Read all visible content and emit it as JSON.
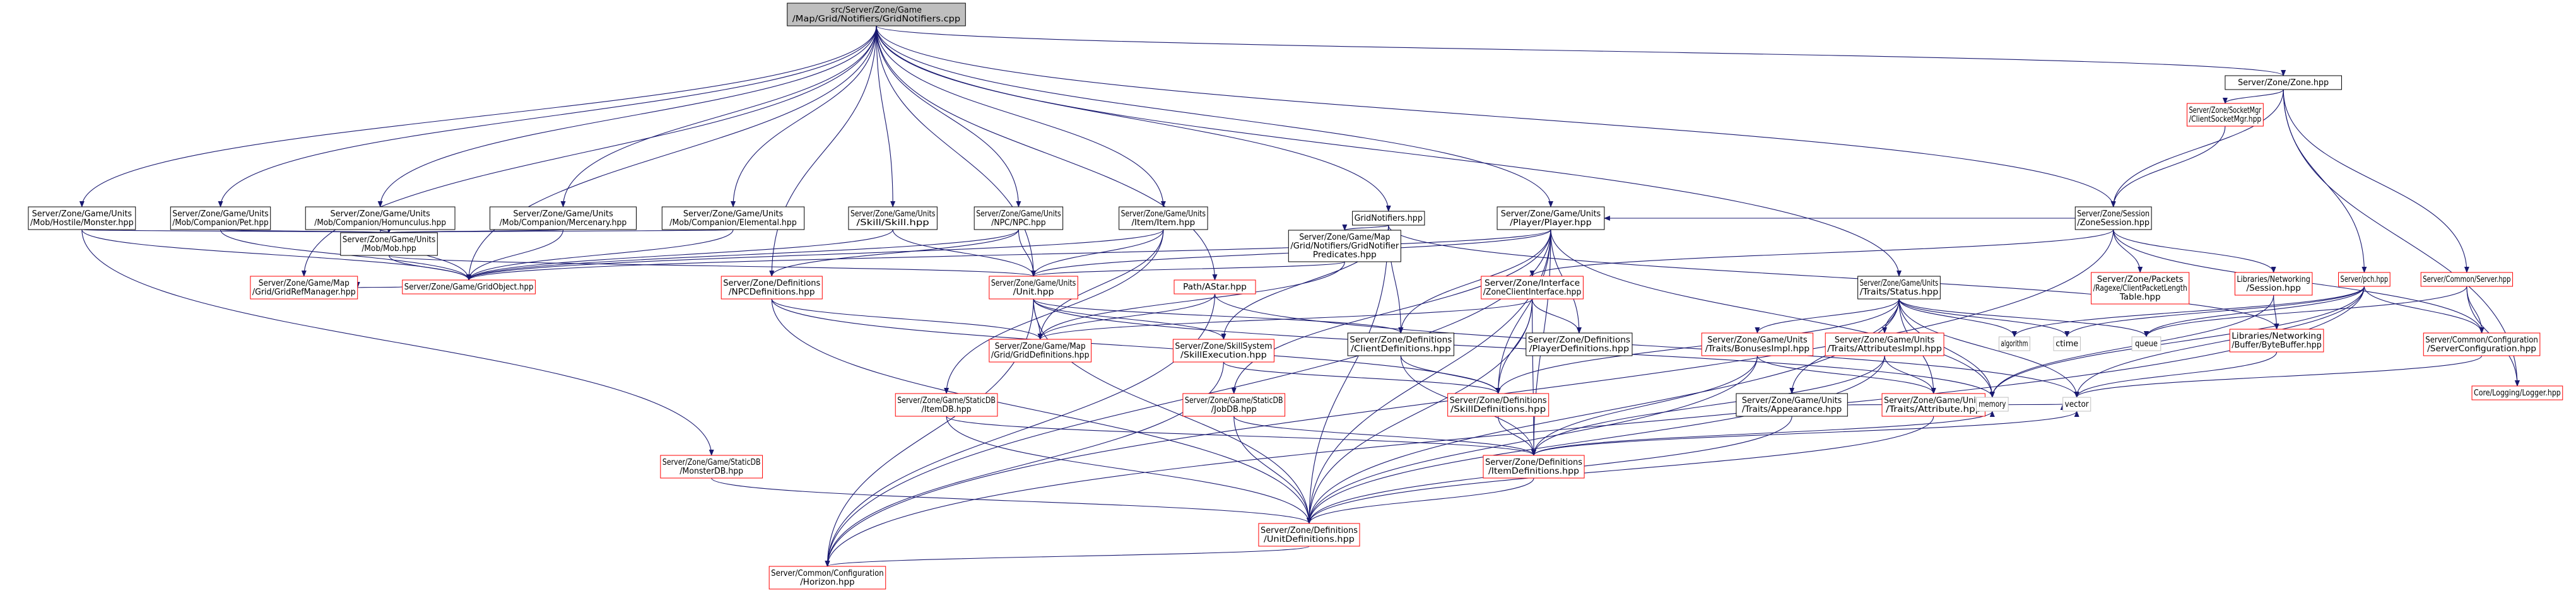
{
  "nodes": [
    {
      "id": "root",
      "kind": "root",
      "lines": [
        "src/Server/Zone/Game",
        "/Map/Grid/Notifiers/GridNotifiers.cpp"
      ]
    },
    {
      "id": "zone",
      "kind": "normal",
      "lines": [
        "Server/Zone/Zone.hpp"
      ]
    },
    {
      "id": "socketmgr",
      "kind": "red",
      "lines": [
        "Server/Zone/SocketMgr",
        "/ClientSocketMgr.hpp"
      ]
    },
    {
      "id": "session",
      "kind": "normal",
      "lines": [
        "Server/Zone/Session",
        "/ZoneSession.hpp"
      ]
    },
    {
      "id": "gridnotifiers",
      "kind": "normal",
      "lines": [
        "GridNotifiers.hpp"
      ]
    },
    {
      "id": "monster",
      "kind": "normal",
      "lines": [
        "Server/Zone/Game/Units",
        "/Mob/Hostile/Monster.hpp"
      ]
    },
    {
      "id": "pet",
      "kind": "normal",
      "lines": [
        "Server/Zone/Game/Units",
        "/Mob/Companion/Pet.hpp"
      ]
    },
    {
      "id": "homunculus",
      "kind": "normal",
      "lines": [
        "Server/Zone/Game/Units",
        "/Mob/Companion/Homunculus.hpp"
      ]
    },
    {
      "id": "mercenary",
      "kind": "normal",
      "lines": [
        "Server/Zone/Game/Units",
        "/Mob/Companion/Mercenary.hpp"
      ]
    },
    {
      "id": "elemental",
      "kind": "normal",
      "lines": [
        "Server/Zone/Game/Units",
        "/Mob/Companion/Elemental.hpp"
      ]
    },
    {
      "id": "mob",
      "kind": "normal",
      "lines": [
        "Server/Zone/Game/Units",
        "/Mob/Mob.hpp"
      ]
    },
    {
      "id": "skill",
      "kind": "normal",
      "lines": [
        "Server/Zone/Game/Units",
        "/Skill/Skill.hpp"
      ]
    },
    {
      "id": "npc",
      "kind": "normal",
      "lines": [
        "Server/Zone/Game/Units",
        "/NPC/NPC.hpp"
      ]
    },
    {
      "id": "item",
      "kind": "normal",
      "lines": [
        "Server/Zone/Game/Units",
        "/Item/Item.hpp"
      ]
    },
    {
      "id": "predicates",
      "kind": "normal",
      "lines": [
        "Server/Zone/Game/Map",
        "/Grid/Notifiers/GridNotifier",
        "Predicates.hpp"
      ]
    },
    {
      "id": "player",
      "kind": "normal",
      "lines": [
        "Server/Zone/Game/Units",
        "/Player/Player.hpp"
      ]
    },
    {
      "id": "pathastar",
      "kind": "red",
      "lines": [
        "Path/AStar.hpp"
      ]
    },
    {
      "id": "gridobject",
      "kind": "red",
      "lines": [
        "Server/Zone/Game/GridObject.hpp"
      ]
    },
    {
      "id": "npcdefs",
      "kind": "red",
      "lines": [
        "Server/Zone/Definitions",
        "/NPCDefinitions.hpp"
      ]
    },
    {
      "id": "unit",
      "kind": "red",
      "lines": [
        "Server/Zone/Game/Units",
        "/Unit.hpp"
      ]
    },
    {
      "id": "griddefs",
      "kind": "red",
      "lines": [
        "Server/Zone/Game/Map",
        "/Grid/GridDefinitions.hpp"
      ]
    },
    {
      "id": "skillexec",
      "kind": "red",
      "lines": [
        "Server/Zone/SkillSystem",
        "/SkillExecution.hpp"
      ]
    },
    {
      "id": "clientiface",
      "kind": "red",
      "lines": [
        "Server/Zone/Interface",
        "/ZoneClientInterface.hpp"
      ]
    },
    {
      "id": "clientdefs",
      "kind": "normal",
      "lines": [
        "Server/Zone/Definitions",
        "/ClientDefinitions.hpp"
      ]
    },
    {
      "id": "playerdefs",
      "kind": "normal",
      "lines": [
        "Server/Zone/Definitions",
        "/PlayerDefinitions.hpp"
      ]
    },
    {
      "id": "skilldefs",
      "kind": "red",
      "lines": [
        "Server/Zone/Definitions",
        "/SkillDefinitions.hpp"
      ]
    },
    {
      "id": "itemdb",
      "kind": "red",
      "lines": [
        "Server/Zone/Game/StaticDB",
        "/ItemDB.hpp"
      ]
    },
    {
      "id": "jobdb",
      "kind": "red",
      "lines": [
        "Server/Zone/Game/StaticDB",
        "/JobDB.hpp"
      ]
    },
    {
      "id": "gridrefmgr",
      "kind": "red",
      "lines": [
        "Server/Zone/Game/Map",
        "/Grid/GridRefManager.hpp"
      ]
    },
    {
      "id": "monsterdb",
      "kind": "red",
      "lines": [
        "Server/Zone/Game/StaticDB",
        "/MonsterDB.hpp"
      ]
    },
    {
      "id": "itemdefs",
      "kind": "red",
      "lines": [
        "Server/Zone/Definitions",
        "/ItemDefinitions.hpp"
      ]
    },
    {
      "id": "unitdefs",
      "kind": "red",
      "lines": [
        "Server/Zone/Definitions",
        "/UnitDefinitions.hpp"
      ]
    },
    {
      "id": "horizon",
      "kind": "red",
      "lines": [
        "Server/Common/Configuration",
        "/Horizon.hpp"
      ]
    },
    {
      "id": "status",
      "kind": "normal",
      "lines": [
        "Server/Zone/Game/Units",
        "/Traits/Status.hpp"
      ]
    },
    {
      "id": "bonusesimpl",
      "kind": "red",
      "lines": [
        "Server/Zone/Game/Units",
        "/Traits/BonusesImpl.hpp"
      ]
    },
    {
      "id": "attributesimpl",
      "kind": "red",
      "lines": [
        "Server/Zone/Game/Units",
        "/Traits/AttributesImpl.hpp"
      ]
    },
    {
      "id": "appearance",
      "kind": "normal",
      "lines": [
        "Server/Zone/Game/Units",
        "/Traits/Appearance.hpp"
      ]
    },
    {
      "id": "attribute",
      "kind": "red",
      "lines": [
        "Server/Zone/Game/Units",
        "/Traits/Attribute.hpp"
      ]
    },
    {
      "id": "packets",
      "kind": "red",
      "lines": [
        "Server/Zone/Packets",
        "/Ragexe/ClientPacketLength",
        "Table.hpp"
      ]
    },
    {
      "id": "libsession",
      "kind": "red",
      "lines": [
        "Libraries/Networking",
        "/Session.hpp"
      ]
    },
    {
      "id": "bytebuffer",
      "kind": "red",
      "lines": [
        "Libraries/Networking",
        "/Buffer/ByteBuffer.hpp"
      ]
    },
    {
      "id": "pch",
      "kind": "red",
      "lines": [
        "Server/pch.hpp"
      ]
    },
    {
      "id": "server",
      "kind": "red",
      "lines": [
        "Server/Common/Server.hpp"
      ]
    },
    {
      "id": "serverconfig",
      "kind": "red",
      "lines": [
        "Server/Common/Configuration",
        "/ServerConfiguration.hpp"
      ]
    },
    {
      "id": "logger",
      "kind": "red",
      "lines": [
        "Core/Logging/Logger.hpp"
      ]
    },
    {
      "id": "algorithm",
      "kind": "plain",
      "lines": [
        "algorithm"
      ]
    },
    {
      "id": "ctime",
      "kind": "plain",
      "lines": [
        "ctime"
      ]
    },
    {
      "id": "queue",
      "kind": "plain",
      "lines": [
        "queue"
      ]
    },
    {
      "id": "memory",
      "kind": "plain",
      "lines": [
        "memory"
      ]
    },
    {
      "id": "vector",
      "kind": "plain",
      "lines": [
        "vector"
      ]
    }
  ],
  "edges": [
    [
      "root",
      "zone"
    ],
    [
      "root",
      "session"
    ],
    [
      "root",
      "gridnotifiers"
    ],
    [
      "root",
      "monster"
    ],
    [
      "root",
      "pet"
    ],
    [
      "root",
      "homunculus"
    ],
    [
      "root",
      "mercenary"
    ],
    [
      "root",
      "elemental"
    ],
    [
      "root",
      "skill"
    ],
    [
      "root",
      "npc"
    ],
    [
      "root",
      "item"
    ],
    [
      "root",
      "player"
    ],
    [
      "root",
      "pathastar"
    ],
    [
      "root",
      "status"
    ],
    [
      "root",
      "gridrefmgr"
    ],
    [
      "root",
      "gridobject"
    ],
    [
      "root",
      "unit"
    ],
    [
      "root",
      "npcdefs"
    ],
    [
      "zone",
      "socketmgr"
    ],
    [
      "zone",
      "session"
    ],
    [
      "zone",
      "pch"
    ],
    [
      "zone",
      "server"
    ],
    [
      "zone",
      "logger"
    ],
    [
      "socketmgr",
      "session"
    ],
    [
      "session",
      "player"
    ],
    [
      "session",
      "clientiface"
    ],
    [
      "session",
      "packets"
    ],
    [
      "session",
      "libsession"
    ],
    [
      "session",
      "serverconfig"
    ],
    [
      "session",
      "horizon"
    ],
    [
      "libsession",
      "bytebuffer"
    ],
    [
      "libsession",
      "memory"
    ],
    [
      "gridnotifiers",
      "predicates"
    ],
    [
      "gridnotifiers",
      "unitdefs"
    ],
    [
      "gridnotifiers",
      "clientdefs"
    ],
    [
      "gridnotifiers",
      "skillexec"
    ],
    [
      "gridnotifiers",
      "bytebuffer"
    ],
    [
      "monster",
      "mob"
    ],
    [
      "monster",
      "gridobject"
    ],
    [
      "monster",
      "monsterdb"
    ],
    [
      "pet",
      "mob"
    ],
    [
      "pet",
      "gridobject"
    ],
    [
      "homunculus",
      "mob"
    ],
    [
      "homunculus",
      "gridobject"
    ],
    [
      "mercenary",
      "mob"
    ],
    [
      "mercenary",
      "gridobject"
    ],
    [
      "elemental",
      "mob"
    ],
    [
      "elemental",
      "gridobject"
    ],
    [
      "mob",
      "unit"
    ],
    [
      "mob",
      "gridobject"
    ],
    [
      "skill",
      "unit"
    ],
    [
      "skill",
      "gridobject"
    ],
    [
      "npc",
      "unit"
    ],
    [
      "npc",
      "gridobject"
    ],
    [
      "npc",
      "npcdefs"
    ],
    [
      "item",
      "unit"
    ],
    [
      "item",
      "gridobject"
    ],
    [
      "item",
      "itemdb"
    ],
    [
      "item",
      "griddefs"
    ],
    [
      "predicates",
      "unit"
    ],
    [
      "predicates",
      "griddefs"
    ],
    [
      "player",
      "unit"
    ],
    [
      "player",
      "gridobject"
    ],
    [
      "player",
      "clientdefs"
    ],
    [
      "player",
      "playerdefs"
    ],
    [
      "player",
      "jobdb"
    ],
    [
      "player",
      "unitdefs"
    ],
    [
      "player",
      "skilldefs"
    ],
    [
      "player",
      "itemdefs"
    ],
    [
      "player",
      "horizon"
    ],
    [
      "player",
      "memory"
    ],
    [
      "pathastar",
      "griddefs"
    ],
    [
      "pathastar",
      "horizon"
    ],
    [
      "pathastar",
      "vector"
    ],
    [
      "gridobject",
      "gridrefmgr"
    ],
    [
      "npcdefs",
      "griddefs"
    ],
    [
      "npcdefs",
      "unitdefs"
    ],
    [
      "npcdefs",
      "skilldefs"
    ],
    [
      "unit",
      "griddefs"
    ],
    [
      "unit",
      "skillexec"
    ],
    [
      "unit",
      "clientdefs"
    ],
    [
      "unit",
      "unitdefs"
    ],
    [
      "unit",
      "horizon"
    ],
    [
      "unit",
      "memory"
    ],
    [
      "skillexec",
      "skilldefs"
    ],
    [
      "skillexec",
      "horizon"
    ],
    [
      "clientiface",
      "griddefs"
    ],
    [
      "clientiface",
      "playerdefs"
    ],
    [
      "clientiface",
      "skilldefs"
    ],
    [
      "clientiface",
      "unitdefs"
    ],
    [
      "clientiface",
      "itemdefs"
    ],
    [
      "clientdefs",
      "skilldefs"
    ],
    [
      "clientdefs",
      "itemdefs"
    ],
    [
      "skilldefs",
      "itemdefs"
    ],
    [
      "itemdb",
      "itemdefs"
    ],
    [
      "itemdb",
      "unitdefs"
    ],
    [
      "jobdb",
      "itemdefs"
    ],
    [
      "jobdb",
      "unitdefs"
    ],
    [
      "monsterdb",
      "unitdefs"
    ],
    [
      "itemdefs",
      "unitdefs"
    ],
    [
      "itemdefs",
      "memory"
    ],
    [
      "itemdefs",
      "vector"
    ],
    [
      "unitdefs",
      "horizon"
    ],
    [
      "status",
      "skilldefs"
    ],
    [
      "status",
      "bonusesimpl"
    ],
    [
      "status",
      "attributesimpl"
    ],
    [
      "status",
      "appearance"
    ],
    [
      "status",
      "attribute"
    ],
    [
      "status",
      "algorithm"
    ],
    [
      "status",
      "ctime"
    ],
    [
      "status",
      "queue"
    ],
    [
      "status",
      "memory"
    ],
    [
      "status",
      "vector"
    ],
    [
      "status",
      "unitdefs"
    ],
    [
      "bonusesimpl",
      "itemdefs"
    ],
    [
      "bonusesimpl",
      "attribute"
    ],
    [
      "bonusesimpl",
      "unitdefs"
    ],
    [
      "attributesimpl",
      "itemdefs"
    ],
    [
      "attributesimpl",
      "attribute"
    ],
    [
      "attributesimpl",
      "unitdefs"
    ],
    [
      "appearance",
      "unitdefs"
    ],
    [
      "appearance",
      "memory"
    ],
    [
      "attribute",
      "unitdefs"
    ],
    [
      "attribute",
      "vector"
    ],
    [
      "pch",
      "algorithm"
    ],
    [
      "pch",
      "ctime"
    ],
    [
      "pch",
      "queue"
    ],
    [
      "pch",
      "memory"
    ],
    [
      "pch",
      "vector"
    ],
    [
      "pch",
      "serverconfig"
    ],
    [
      "pch",
      "horizon"
    ],
    [
      "server",
      "queue"
    ],
    [
      "server",
      "serverconfig"
    ],
    [
      "server",
      "logger"
    ],
    [
      "serverconfig",
      "vector"
    ],
    [
      "bytebuffer",
      "vector"
    ]
  ]
}
